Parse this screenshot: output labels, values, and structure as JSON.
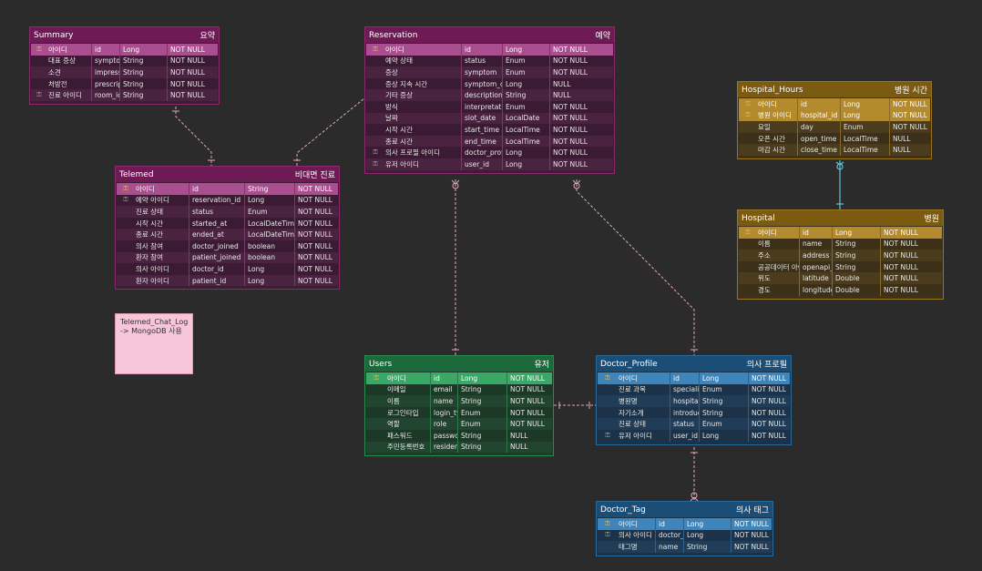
{
  "tables": [
    {
      "id": "summary",
      "title": "Summary",
      "subtitle": "요약",
      "theme": "purple",
      "cols": [
        [
          "아이디",
          "id",
          "Long",
          "NOT NULL",
          "pk"
        ],
        [
          "대표 증상",
          "symptom",
          "String",
          "NOT NULL",
          ""
        ],
        [
          "소견",
          "impression",
          "String",
          "NOT NULL",
          ""
        ],
        [
          "처방전",
          "prescription",
          "String",
          "NOT NULL",
          ""
        ],
        [
          "진료 아이디",
          "room_id",
          "String",
          "NOT NULL",
          "fk"
        ]
      ]
    },
    {
      "id": "reservation",
      "title": "Reservation",
      "subtitle": "예약",
      "theme": "purple",
      "cols": [
        [
          "아이디",
          "id",
          "Long",
          "NOT NULL",
          "pk"
        ],
        [
          "예약 상태",
          "status",
          "Enum",
          "NOT NULL",
          ""
        ],
        [
          "증상",
          "symptom",
          "Enum",
          "NOT NULL",
          ""
        ],
        [
          "증상 지속 시간",
          "symptom_duration",
          "Long",
          "NULL",
          ""
        ],
        [
          "기타 증상",
          "description",
          "String",
          "NULL",
          ""
        ],
        [
          "방식",
          "interpretation_option",
          "Enum",
          "NOT NULL",
          ""
        ],
        [
          "날짜",
          "slot_date",
          "LocalDate",
          "NOT NULL",
          ""
        ],
        [
          "시작 시간",
          "start_time",
          "LocalTime",
          "NOT NULL",
          ""
        ],
        [
          "종료 시간",
          "end_time",
          "LocalTime",
          "NOT NULL",
          ""
        ],
        [
          "의사 프로필 아이디",
          "doctor_profile_id",
          "Long",
          "NOT NULL",
          "fk"
        ],
        [
          "유저 아이디",
          "user_id",
          "Long",
          "NOT NULL",
          "fk"
        ]
      ]
    },
    {
      "id": "telemed",
      "title": "Telemed",
      "subtitle": "비대면 진료",
      "theme": "purple",
      "cols": [
        [
          "아이디",
          "id",
          "String",
          "NOT NULL",
          "pk"
        ],
        [
          "예약 아이디",
          "reservation_id",
          "Long",
          "NOT NULL",
          "fk"
        ],
        [
          "진료 상태",
          "status",
          "Enum",
          "NOT NULL",
          ""
        ],
        [
          "시작 시간",
          "started_at",
          "LocalDateTime",
          "NOT NULL",
          ""
        ],
        [
          "종료 시간",
          "ended_at",
          "LocalDateTime",
          "NOT NULL",
          ""
        ],
        [
          "의사 참여",
          "doctor_joined",
          "boolean",
          "NOT NULL",
          ""
        ],
        [
          "환자 참여",
          "patient_joined",
          "boolean",
          "NOT NULL",
          ""
        ],
        [
          "의사 아이디",
          "doctor_id",
          "Long",
          "NOT NULL",
          ""
        ],
        [
          "환자 아이디",
          "patient_id",
          "Long",
          "NOT NULL",
          ""
        ]
      ]
    },
    {
      "id": "hospital_hours",
      "title": "Hospital_Hours",
      "subtitle": "병원 시간",
      "theme": "gold",
      "cols": [
        [
          "아이디",
          "id",
          "Long",
          "NOT NULL",
          "pk"
        ],
        [
          "병원 아이디",
          "hospital_id",
          "Long",
          "NOT NULL",
          "pkfk"
        ],
        [
          "요일",
          "day",
          "Enum",
          "NOT NULL",
          ""
        ],
        [
          "오픈 시간",
          "open_time",
          "LocalTime",
          "NULL",
          ""
        ],
        [
          "마감 시간",
          "close_time",
          "LocalTime",
          "NULL",
          ""
        ]
      ]
    },
    {
      "id": "hospital",
      "title": "Hospital",
      "subtitle": "병원",
      "theme": "gold",
      "cols": [
        [
          "아이디",
          "id",
          "Long",
          "NOT NULL",
          "pk"
        ],
        [
          "이름",
          "name",
          "String",
          "NOT NULL",
          ""
        ],
        [
          "주소",
          "address",
          "String",
          "NOT NULL",
          ""
        ],
        [
          "공공데이터 아이디",
          "openapi_id",
          "String",
          "NOT NULL",
          ""
        ],
        [
          "위도",
          "latitude",
          "Double",
          "NOT NULL",
          ""
        ],
        [
          "경도",
          "longitude",
          "Double",
          "NOT NULL",
          ""
        ]
      ]
    },
    {
      "id": "users",
      "title": "Users",
      "subtitle": "유저",
      "theme": "green",
      "cols": [
        [
          "아이디",
          "id",
          "Long",
          "NOT NULL",
          "pk"
        ],
        [
          "이메일",
          "email",
          "String",
          "NOT NULL",
          ""
        ],
        [
          "이름",
          "name",
          "String",
          "NOT NULL",
          ""
        ],
        [
          "로그인타입",
          "login_type",
          "Enum",
          "NOT NULL",
          ""
        ],
        [
          "역할",
          "role",
          "Enum",
          "NOT NULL",
          ""
        ],
        [
          "패스워드",
          "password",
          "String",
          "NULL",
          ""
        ],
        [
          "주민등록번호",
          "resident_id",
          "String",
          "NULL",
          ""
        ]
      ]
    },
    {
      "id": "doctor_profile",
      "title": "Doctor_Profile",
      "subtitle": "의사 프로필",
      "theme": "blue",
      "cols": [
        [
          "아이디",
          "id",
          "Long",
          "NOT NULL",
          "pk"
        ],
        [
          "진료 과목",
          "speciality",
          "Enum",
          "NOT NULL",
          ""
        ],
        [
          "병원명",
          "hospital_name",
          "String",
          "NOT NULL",
          ""
        ],
        [
          "자기소개",
          "introducation",
          "String",
          "NOT NULL",
          ""
        ],
        [
          "진료 상태",
          "status",
          "Enum",
          "NOT NULL",
          ""
        ],
        [
          "유저 아이디",
          "user_id",
          "Long",
          "NOT NULL",
          "fk"
        ]
      ]
    },
    {
      "id": "doctor_tag",
      "title": "Doctor_Tag",
      "subtitle": "의사 태그",
      "theme": "blue",
      "cols": [
        [
          "아이디",
          "id",
          "Long",
          "NOT NULL",
          "pk"
        ],
        [
          "의사 아이디",
          "doctor_id",
          "Long",
          "NOT NULL",
          "fk"
        ],
        [
          "태그명",
          "name",
          "String",
          "NOT NULL",
          ""
        ]
      ]
    }
  ],
  "note": {
    "line1": "Telemed_Chat_Log",
    "line2": "-> MongoDB 사용"
  },
  "themes": {
    "purple": {
      "header": "#6e1a55",
      "body": "#3e1c35",
      "border": "#8a2a6c",
      "pk": "#a94e8e",
      "row1": "#4a2341",
      "row2": "#3b1a33",
      "divider": "#7a3a68"
    },
    "gold": {
      "header": "#7b5a12",
      "body": "#3e3218",
      "border": "#9a7420",
      "pk": "#b38a2e",
      "row1": "#4a3c1c",
      "row2": "#3c3118",
      "divider": "#8a6a28"
    },
    "green": {
      "header": "#1c6a3c",
      "body": "#1c3b28",
      "border": "#2a8a50",
      "pk": "#3aa866",
      "row1": "#22452f",
      "row2": "#1c3826",
      "divider": "#2f7a4a"
    },
    "blue": {
      "header": "#1b4e76",
      "body": "#1a3248",
      "border": "#2a6a9a",
      "pk": "#3d85bb",
      "row1": "#203c56",
      "row2": "#1b3248",
      "divider": "#2e6088"
    }
  }
}
